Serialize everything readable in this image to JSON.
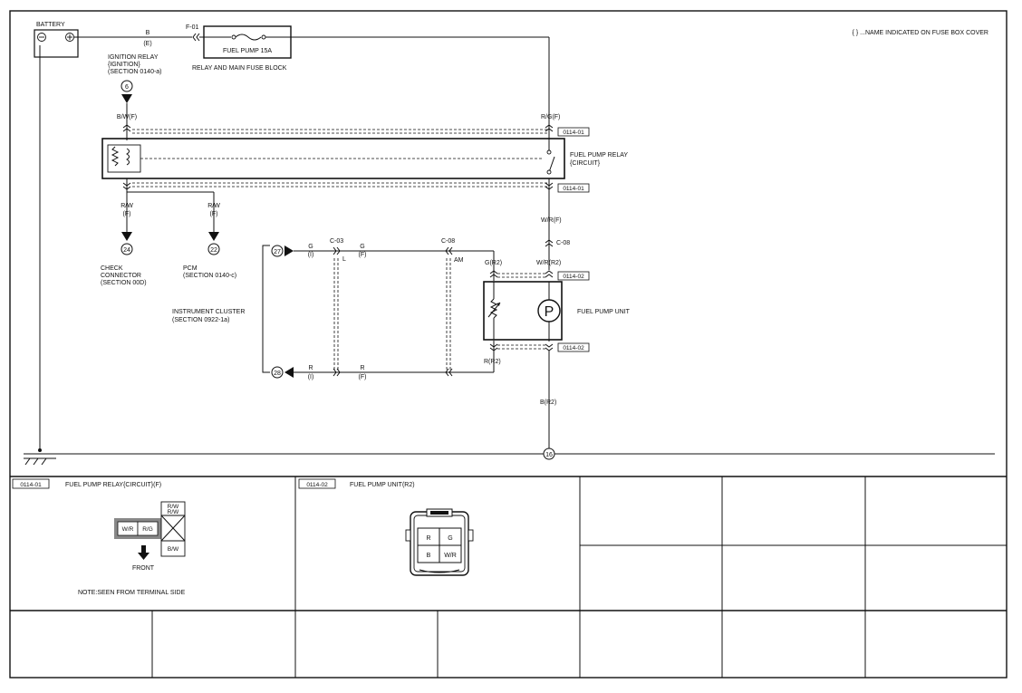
{
  "note": "{ } ...NAME INDICATED ON FUSE BOX COVER",
  "battery": {
    "label": "BATTERY"
  },
  "fuse": {
    "terminal": "F-01",
    "label": "FUEL PUMP 15A",
    "block": "RELAY AND MAIN FUSE BLOCK",
    "wire_color": "B",
    "wire_code": "(E)"
  },
  "ignition_relay": {
    "lines": [
      "IGNITION RELAY",
      "{IGNITION}",
      "(SECTION 0140-a)"
    ],
    "ref": "6",
    "wire": "B/W(F)"
  },
  "relay": {
    "lines": [
      "FUEL PUMP RELAY",
      "{CIRCUIT}"
    ],
    "top_conn": "0114-01",
    "bottom_conn": "0114-01",
    "top_right_wire": "R/G(F)",
    "bottom_right_wire": "W/R(F)"
  },
  "outputs": [
    {
      "wire": "R/W",
      "code": "(F)",
      "ref": "24",
      "lines": [
        "CHECK",
        "CONNECTOR",
        "(SECTION 00D)"
      ]
    },
    {
      "wire": "R/W",
      "code": "(F)",
      "ref": "22",
      "lines": [
        "PCM",
        "(SECTION 0140-c)"
      ]
    }
  ],
  "c08_right": "C-08",
  "instrument_cluster": {
    "lines": [
      "INSTRUMENT CLUSTER",
      "(SECTION 0922-1a)"
    ],
    "ref_top": "27",
    "ref_bottom": "28",
    "top_wire_left": "G",
    "top_wire_left_code": "(I)",
    "bottom_wire_left": "R",
    "bottom_wire_left_code": "(I)"
  },
  "connectors": {
    "c03": "C-03",
    "c03_tag": "L",
    "c08": "C-08",
    "c08_tag": "AM",
    "top_wire_mid": "G",
    "top_wire_mid_code": "(F)",
    "bottom_wire_mid": "R",
    "bottom_wire_mid_code": "(F)"
  },
  "pump": {
    "label": "FUEL PUMP UNIT",
    "symbol": "P",
    "top_conn": "0114-02",
    "bottom_conn": "0114-02",
    "left_top_wire": "G(R2)",
    "right_top_wire": "W/R(R2)",
    "left_bottom_wire": "R(R2)",
    "ground_wire": "B(R2)",
    "ground_ref": "16"
  },
  "panels": {
    "p1": {
      "code": "0114-01",
      "title": "FUEL PUMP RELAY{CIRCUIT}(F)",
      "pins_left": [
        "W/R",
        "R/G"
      ],
      "pins_right": [
        "R/W",
        "R/W",
        "B/W"
      ],
      "front": "FRONT",
      "note": "NOTE:SEEN FROM TERMINAL SIDE"
    },
    "p2": {
      "code": "0114-02",
      "title": "FUEL PUMP UNIT(R2)",
      "pins": [
        "R",
        "G",
        "B",
        "W/R"
      ]
    }
  }
}
